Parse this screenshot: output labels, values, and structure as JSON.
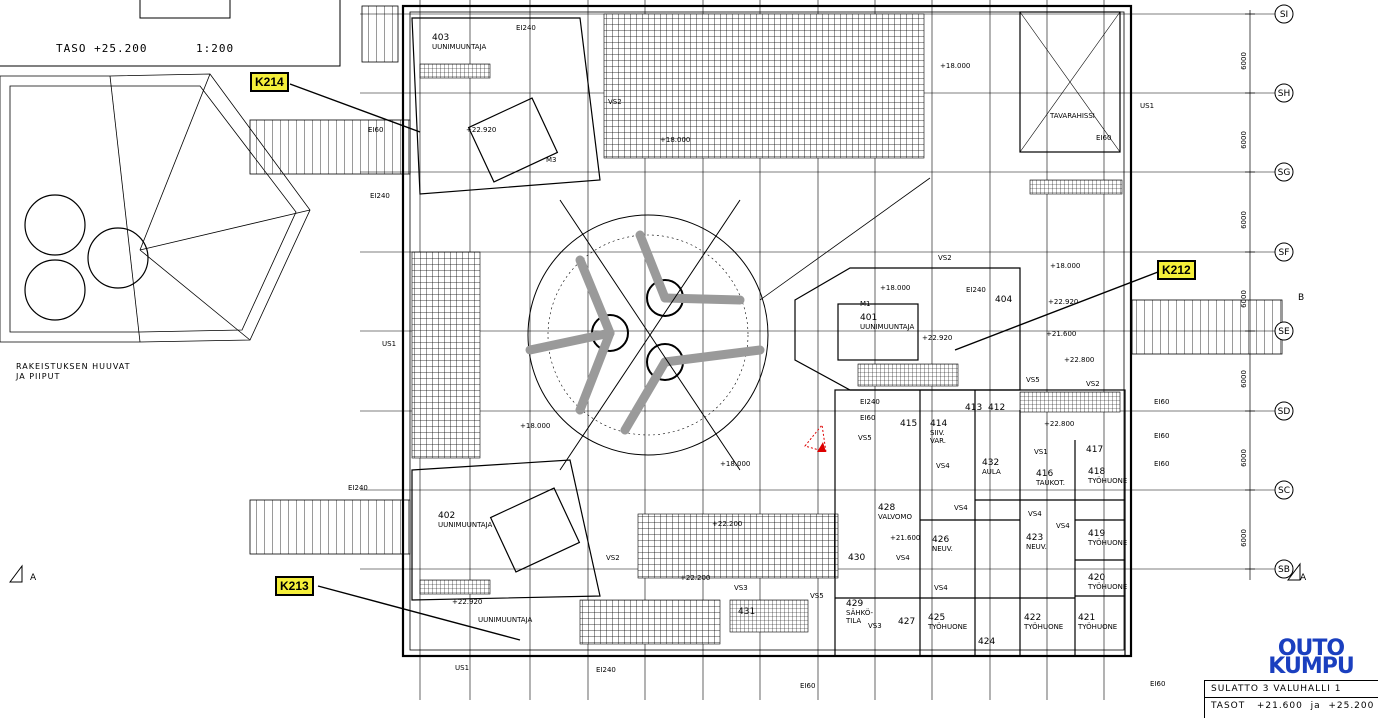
{
  "drawing": {
    "level_title": "TASO  +25.200",
    "scale": "1:200",
    "left_label": "RAKEISTUKSEN HUUVAT\nJA PIIPUT",
    "logo_line1": "OUTO",
    "logo_line2": "KUMPU",
    "titleblock_line1": "SULATTO 3 VALUHALLI 1",
    "titleblock_line2": "TASOT   +21.600  ja  +25.200"
  },
  "tags": [
    {
      "id": "k214",
      "text": "K214"
    },
    {
      "id": "k212",
      "text": "K212"
    },
    {
      "id": "k213",
      "text": "K213"
    }
  ],
  "grid_axes": [
    "SI",
    "SH",
    "SG",
    "SF",
    "SE",
    "SD",
    "SC",
    "SB"
  ],
  "dimensions": [
    "6000",
    "6000",
    "6000",
    "6000",
    "6000",
    "6000",
    "6000"
  ],
  "section_marks": {
    "a_left": "A",
    "a_right": "A",
    "b_right": "B"
  },
  "rooms": [
    {
      "no": "403",
      "name": "UUNIMUUNTAJA"
    },
    {
      "no": "401",
      "name": "UUNIMUUNTAJA"
    },
    {
      "no": "402",
      "name": "UUNIMUUNTAJA"
    },
    {
      "no": "404",
      "name": ""
    },
    {
      "no": "415",
      "name": ""
    },
    {
      "no": "414",
      "name": "SIIV.\nVAR."
    },
    {
      "no": "413",
      "name": ""
    },
    {
      "no": "412",
      "name": ""
    },
    {
      "no": "432",
      "name": "AULA"
    },
    {
      "no": "416",
      "name": "TAUKOT."
    },
    {
      "no": "417",
      "name": ""
    },
    {
      "no": "418",
      "name": "TYÖHUONE"
    },
    {
      "no": "419",
      "name": "TYÖHUONE"
    },
    {
      "no": "420",
      "name": "TYÖHUONE"
    },
    {
      "no": "421",
      "name": "TYÖHUONE"
    },
    {
      "no": "422",
      "name": "TYÖHUONE"
    },
    {
      "no": "423",
      "name": "NEUV."
    },
    {
      "no": "424",
      "name": ""
    },
    {
      "no": "425",
      "name": "TYÖHUONE"
    },
    {
      "no": "426",
      "name": "NEUV."
    },
    {
      "no": "427",
      "name": ""
    },
    {
      "no": "428",
      "name": "VALVOMO"
    },
    {
      "no": "429",
      "name": "SÄHKÖ-\nTILA"
    },
    {
      "no": "430",
      "name": ""
    },
    {
      "no": "431",
      "name": ""
    }
  ],
  "levels": [
    "+18.000",
    "+18.000",
    "+18.000",
    "+18.000",
    "+18.000",
    "+22.920",
    "+22.920",
    "+22.920",
    "+22.800",
    "+22.800",
    "+22.200",
    "+21.600",
    "+21.600",
    "+22.920",
    "+22.200",
    "+18.000"
  ],
  "labels": {
    "us1_a": "US1",
    "us1_b": "US1",
    "us1_c": "US1",
    "vs2_a": "VS2",
    "vs2_b": "VS2",
    "vs2_c": "VS2",
    "vs2_d": "VS2",
    "vs3_a": "VS3",
    "vs3_b": "VS3",
    "vs4_a": "VS4",
    "vs4_b": "VS4",
    "vs4_c": "VS4",
    "vs4_d": "VS4",
    "vs4_e": "VS4",
    "vs4_f": "VS4",
    "vs5_a": "VS5",
    "vs5_b": "VS5",
    "vs5_c": "VS5",
    "vs1": "VS1",
    "ei240_a": "EI240",
    "ei240_b": "EI240",
    "ei240_c": "EI240",
    "ei240_d": "EI240",
    "ei240_e": "EI240",
    "ei240_f": "EI240",
    "ei60_a": "EI60",
    "ei60_b": "EI60",
    "ei60_c": "EI60",
    "ei60_d": "EI60",
    "ei60_e": "EI60",
    "ei60_f": "EI60",
    "ei60_g": "EI60",
    "ei60_h": "EI60",
    "tavarahissi": "TAVARAHISSI",
    "m1": "M1",
    "m3": "M3",
    "uunimuuntaja_b": "UUNIMUUNTAJA"
  }
}
